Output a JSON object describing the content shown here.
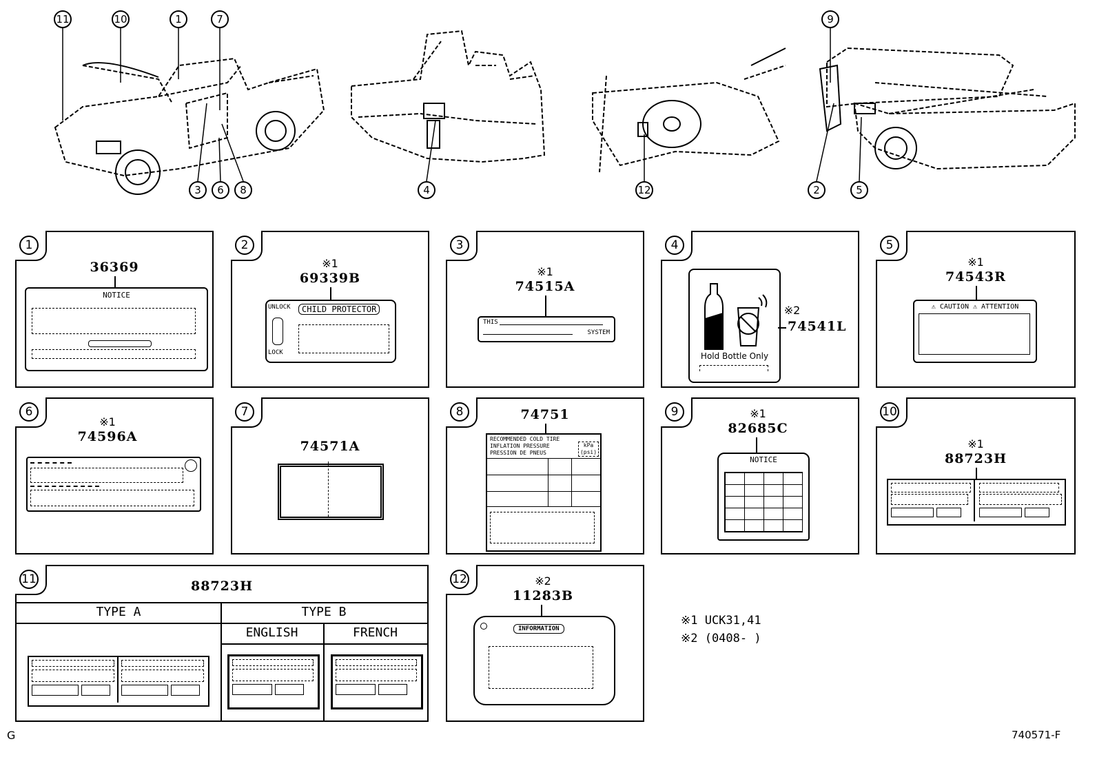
{
  "callouts": {
    "c1": "1",
    "c2": "2",
    "c3": "3",
    "c4": "4",
    "c5": "5",
    "c6": "6",
    "c7": "7",
    "c8": "8",
    "c9": "9",
    "c10": "10",
    "c11": "11",
    "c12": "12"
  },
  "panels": {
    "p1": {
      "num": "1",
      "mark": "",
      "part": "36369",
      "label_text": "NOTICE"
    },
    "p2": {
      "num": "2",
      "mark": "※1",
      "part": "69339B",
      "label_text": "CHILD PROTECTOR",
      "unlock": "UNLOCK",
      "lock": "LOCK"
    },
    "p3": {
      "num": "3",
      "mark": "※1",
      "part": "74515A",
      "this": "THIS",
      "system": "SYSTEM"
    },
    "p4": {
      "num": "4",
      "mark": "※2",
      "part": "74541L",
      "caption": "Hold Bottle Only"
    },
    "p5": {
      "num": "5",
      "mark": "※1",
      "part": "74543R",
      "label_text": "⚠ CAUTION ⚠ ATTENTION"
    },
    "p6": {
      "num": "6",
      "mark": "※1",
      "part": "74596A"
    },
    "p7": {
      "num": "7",
      "mark": "",
      "part": "74571A"
    },
    "p8": {
      "num": "8",
      "mark": "",
      "part": "74751",
      "l1": "RECOMMENDED COLD TIRE",
      "l2": "INFLATION PRESSURE",
      "l3": "PRESSION DE PNEUS",
      "unit": "kPa (psi)"
    },
    "p9": {
      "num": "9",
      "mark": "※1",
      "part": "82685C",
      "label_text": "NOTICE"
    },
    "p10": {
      "num": "10",
      "mark": "※1",
      "part": "88723H"
    },
    "p11": {
      "num": "11",
      "part": "88723H",
      "type_a": "TYPE A",
      "type_b": "TYPE B",
      "english": "ENGLISH",
      "french": "FRENCH"
    },
    "p12": {
      "num": "12",
      "mark": "※2",
      "part": "11283B",
      "label_text": "INFORMATION"
    }
  },
  "notes": {
    "n1": "※1 UCK31,41",
    "n2": "※2 (0408-      )"
  },
  "footer": {
    "left": "G",
    "right": "740571-F"
  }
}
